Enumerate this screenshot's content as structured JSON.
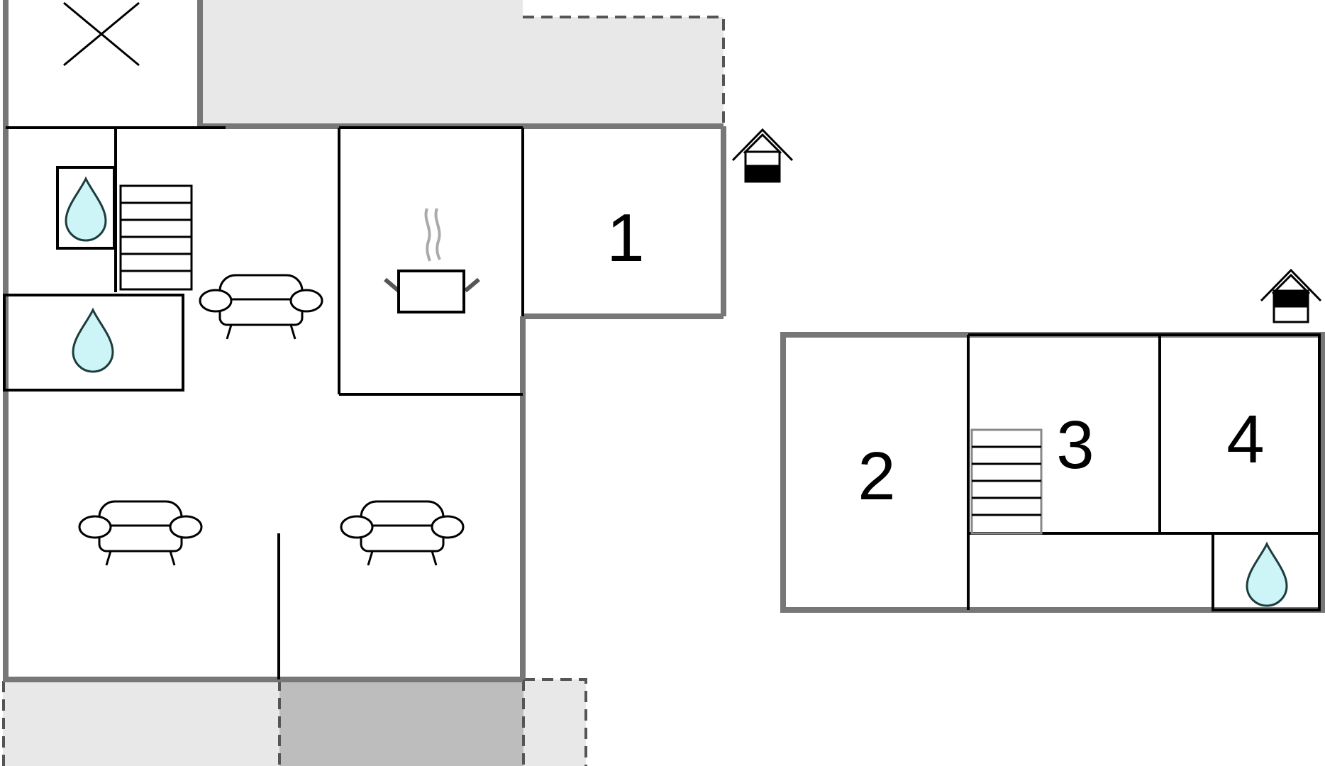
{
  "floor_plan": {
    "rooms": [
      {
        "number": "1"
      },
      {
        "number": "2"
      },
      {
        "number": "3"
      },
      {
        "number": "4"
      }
    ],
    "symbols": {
      "bathroom": "water-drop-icon",
      "kitchen": "cooking-pot-icon",
      "living": "sofa-icon",
      "stairs": "stairs-icon",
      "entrance": "house-entrance-icon",
      "unavailable": "cross-icon"
    },
    "colors": {
      "wall": "#777777",
      "line": "#000000",
      "terrace": "#e8e8e8",
      "terrace_dark": "#bdbdbd",
      "water": "#cdf4f7"
    }
  }
}
